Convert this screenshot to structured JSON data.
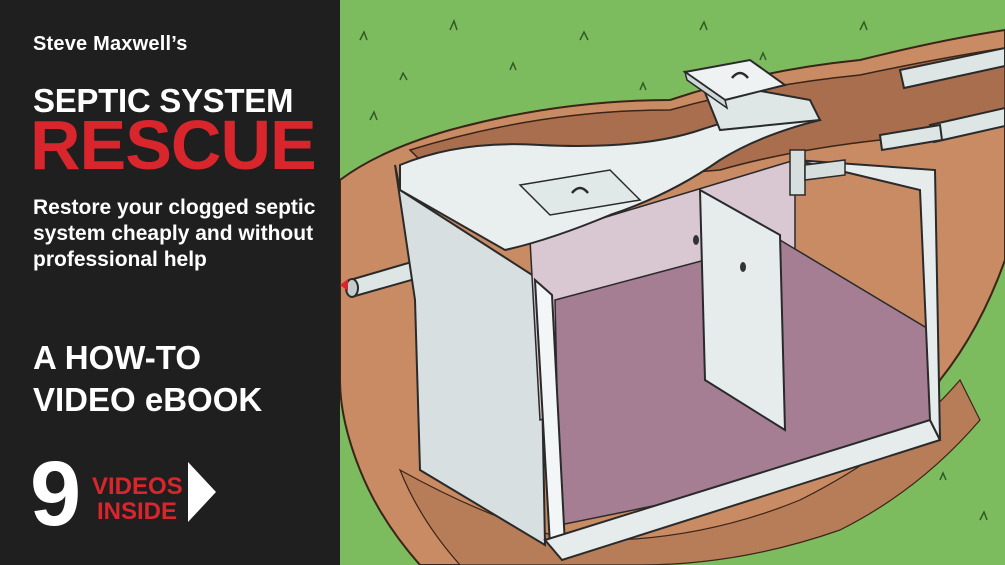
{
  "cover": {
    "author": "Steve Maxwell’s",
    "title_line1": "SEPTIC SYSTEM",
    "title_line2": "RESCUE",
    "subtitle": "Restore your clogged septic system cheaply and without professional help",
    "howto_line1": "A HOW-TO",
    "howto_line2": "VIDEO eBOOK",
    "videos_count": "9",
    "videos_label_line1": "VIDEOS",
    "videos_label_line2": "INSIDE"
  },
  "colors": {
    "panel_background": "#1f1f1f",
    "accent_red": "#d9262d",
    "grass": "#7dbb5f",
    "soil": "#c88b64",
    "concrete": "#e6ecec",
    "interior": "#c9b5c1"
  },
  "illustration": {
    "subject": "septic-tank-cutaway"
  }
}
